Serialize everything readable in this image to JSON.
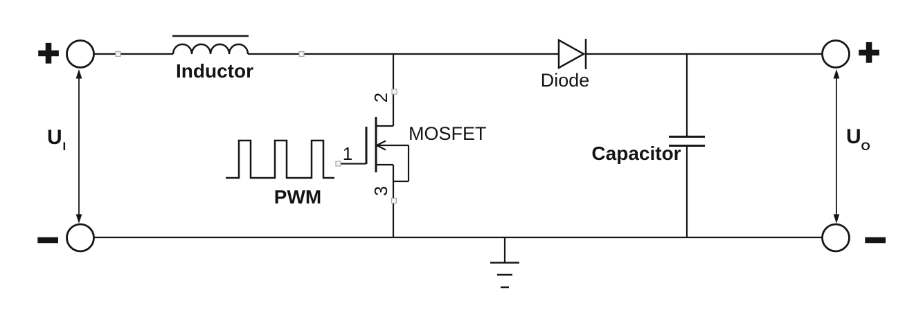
{
  "diagram": {
    "kind": "boost-converter-schematic",
    "components": {
      "inductor": {
        "label": "Inductor"
      },
      "diode": {
        "label": "Diode"
      },
      "mosfet": {
        "label": "MOSFET",
        "pins": {
          "gate": "1",
          "drain": "2",
          "source": "3"
        }
      },
      "pwm": {
        "label": "PWM"
      },
      "capacitor": {
        "label": "Capacitor"
      }
    },
    "voltages": {
      "input": {
        "base": "U",
        "subscript": "I"
      },
      "output": {
        "base": "U",
        "subscript": "O"
      }
    },
    "terminals": {
      "input_positive": {
        "symbol": "+"
      },
      "input_negative": {
        "symbol": "−"
      },
      "output_positive": {
        "symbol": "+"
      },
      "output_negative": {
        "symbol": "−"
      }
    },
    "colors": {
      "line": "#161616",
      "background": "#ffffff",
      "port_marker_border": "#a9a9a9"
    }
  }
}
